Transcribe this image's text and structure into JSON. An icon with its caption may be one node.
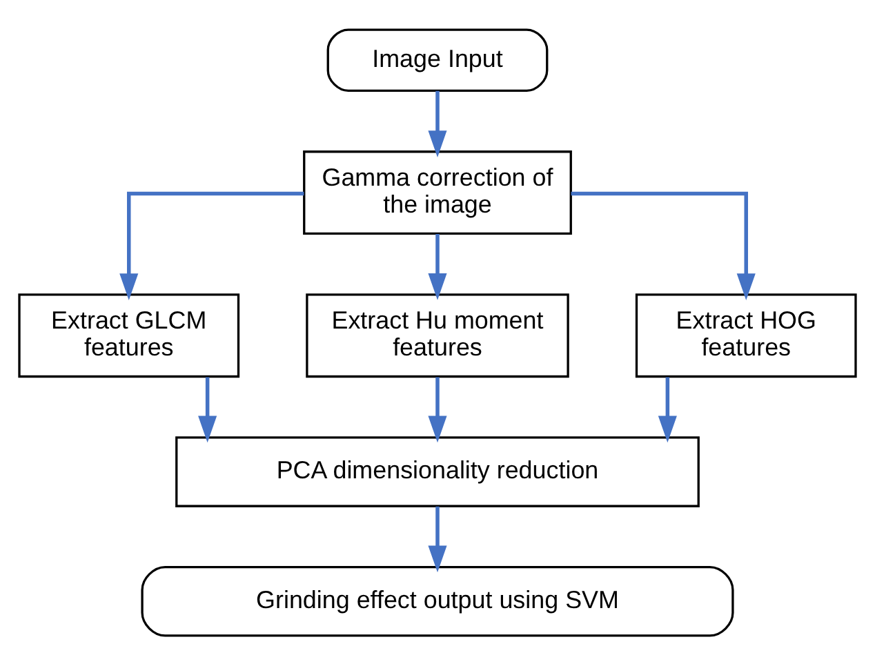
{
  "diagram": {
    "nodes": [
      {
        "text": [
          "Image Input"
        ]
      },
      {
        "text": [
          "Gamma correction of the image"
        ]
      },
      {
        "text": [
          "Extract GLCM features"
        ]
      },
      {
        "text": [
          "Extract Hu moment features"
        ]
      },
      {
        "text": [
          "Extract HOG features"
        ]
      },
      {
        "text": [
          "PCA dimensionality reduction"
        ]
      },
      {
        "text": [
          "Grinding effect output using SVM"
        ]
      }
    ],
    "edges": [
      {
        "from": 0,
        "to": 1,
        "arrow": "to"
      },
      {
        "from": 1,
        "to": 2,
        "arrow": "to"
      },
      {
        "from": 1,
        "to": 3,
        "arrow": "to"
      },
      {
        "from": 1,
        "to": 4,
        "arrow": "to"
      },
      {
        "from": 2,
        "to": 5,
        "arrow": "to"
      },
      {
        "from": 3,
        "to": 5,
        "arrow": "to"
      },
      {
        "from": 4,
        "to": 5,
        "arrow": "to"
      },
      {
        "from": 5,
        "to": 6,
        "arrow": "to"
      }
    ]
  }
}
